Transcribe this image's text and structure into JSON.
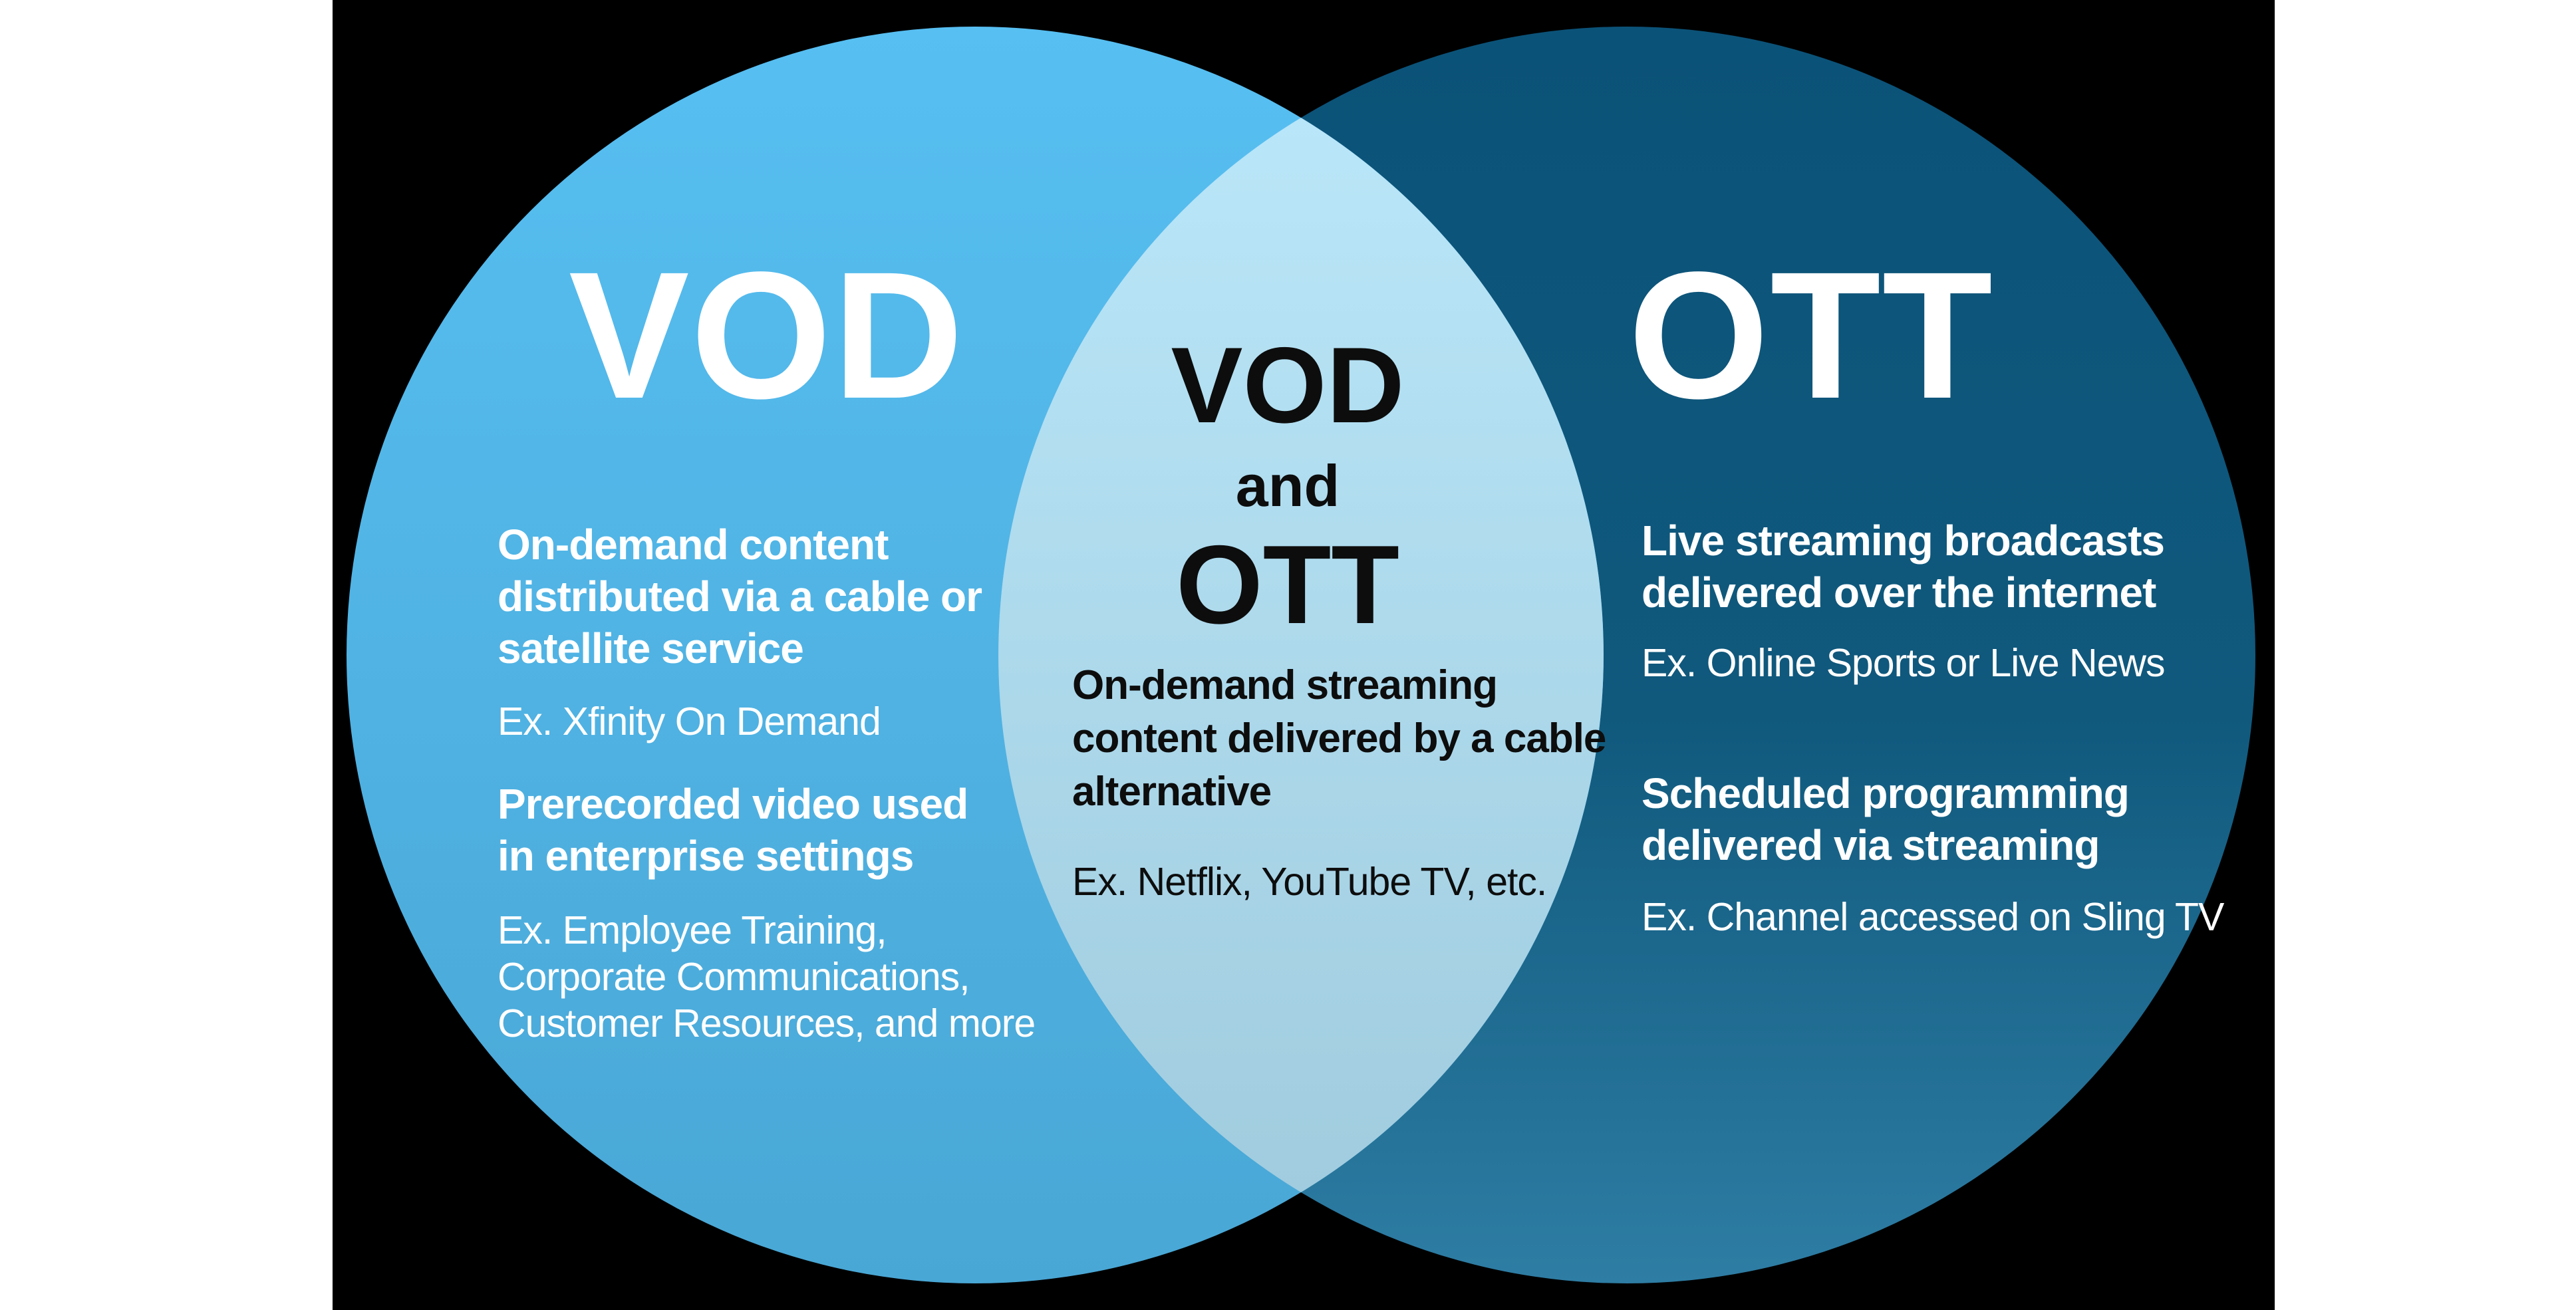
{
  "page": {
    "background": "#ffffff",
    "canvas_background": "#000000"
  },
  "venn": {
    "left": {
      "title": "VOD",
      "gradient": {
        "top": "#57BFF2",
        "bottom": "#49A7D5"
      },
      "text_color": "#ffffff",
      "blocks": [
        {
          "heading": "On-demand content\ndistributed via a cable or\nsatellite service",
          "example": "Ex. Xfinity On Demand"
        },
        {
          "heading": "Prerecorded video used\nin enterprise settings",
          "example": "Ex. Employee Training,\nCorporate Communications,\nCustomer Resources, and more"
        }
      ]
    },
    "overlap": {
      "title": {
        "line1": "VOD",
        "line2": "and",
        "line3": "OTT"
      },
      "gradient": {
        "top": "#B9E6F8",
        "bottom": "#A1CCDF"
      },
      "text_color": "#0d0d0d",
      "blocks": [
        {
          "heading": "On-demand streaming\ncontent delivered by a cable\nalternative",
          "example": "Ex. Netflix, YouTube TV, etc."
        }
      ]
    },
    "right": {
      "title": "OTT",
      "gradient": {
        "top": "#0B5278",
        "mid": "#10597D",
        "bottom": "#2E7DA4"
      },
      "text_color": "#ffffff",
      "blocks": [
        {
          "heading": "Live streaming broadcasts\ndelivered over the internet",
          "example": "Ex. Online Sports or Live News"
        },
        {
          "heading": "Scheduled programming\ndelivered via streaming",
          "example": "Ex. Channel accessed on Sling TV"
        }
      ]
    }
  }
}
